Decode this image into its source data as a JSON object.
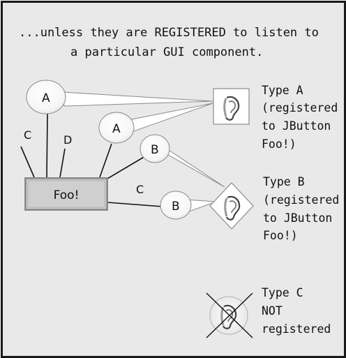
{
  "heading": {
    "line1": "...unless they are REGISTERED to listen to",
    "line2": "a particular GUI component."
  },
  "button": {
    "label": "Foo!"
  },
  "bubbles": {
    "a_top": "A",
    "a_lower": "A",
    "b_upper": "B",
    "b_lower": "B"
  },
  "line_labels": {
    "c_left": "C",
    "d": "D",
    "c_right": "C"
  },
  "listeners": {
    "type_a": {
      "lines": [
        "Type A",
        "(registered",
        "to JButton",
        "Foo!)"
      ],
      "icon": "ear-icon"
    },
    "type_b": {
      "lines": [
        "Type B",
        "(registered",
        "to JButton",
        "Foo!)"
      ],
      "icon": "ear-icon"
    },
    "type_c": {
      "lines": [
        "Type C",
        "NOT",
        "registered"
      ],
      "icon": "crossed-ear-icon"
    }
  },
  "colors": {
    "background": "#e9e9e9",
    "border": "#1a1a1a",
    "button_fill": "#c9c9c9",
    "bubble_fill": "#ffffff",
    "line": "#111111"
  }
}
